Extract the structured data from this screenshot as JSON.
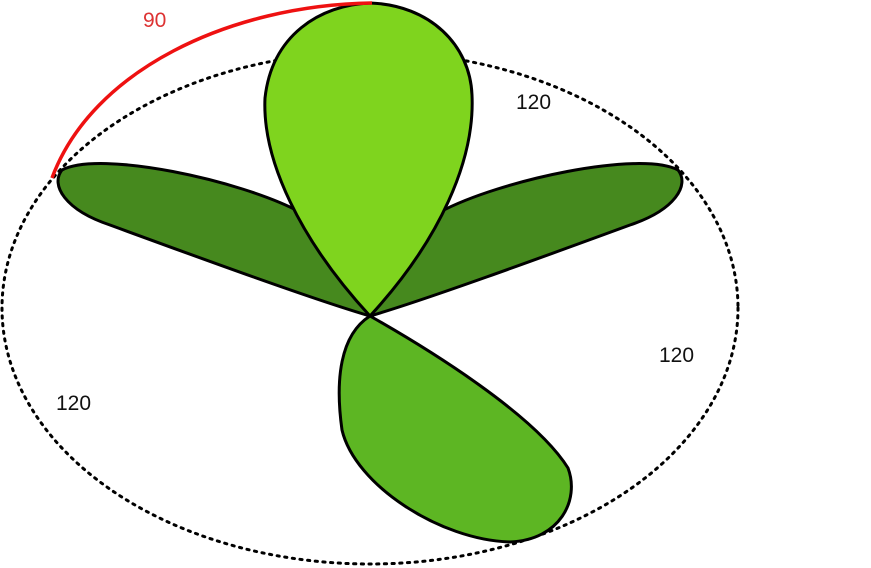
{
  "labels": {
    "arc_angle": "90",
    "upper_right": "120",
    "right": "120",
    "lower_left": "120"
  },
  "colors": {
    "highlight_arc": "#ee1111",
    "highlight_label": "#dd3333",
    "leaf_dark": "#46891e",
    "leaf_mid": "#5db623",
    "leaf_light": "#7fd41e",
    "outline": "#000000",
    "text": "#111111"
  }
}
